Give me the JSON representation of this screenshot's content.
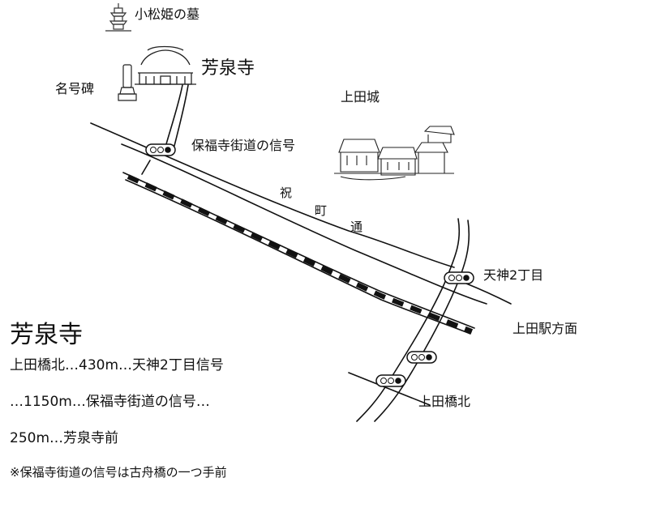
{
  "labels": {
    "komatsuhime": "小松姫の墓",
    "hosenji_map": "芳泉寺",
    "meigohi": "名号碑",
    "uedajo": "上田城",
    "hofukuji_signal": "保福寺街道の信号",
    "iwai": "祝",
    "machi": "町",
    "dori": "通",
    "tenjin": "天神2丁目",
    "ueda_station": "上田駅方面",
    "uedabashi_kita": "上田橋北"
  },
  "info": {
    "title": "芳泉寺",
    "line1": "上田橋北…430m…天神2丁目信号",
    "line2": "…1150m…保福寺街道の信号…",
    "line3": "250m…芳泉寺前",
    "note": "※保福寺街道の信号は古舟橋の一つ手前"
  },
  "icons": [
    "pagoda-icon",
    "temple-icon",
    "monument-icon",
    "castle-icon",
    "traffic-signal-icon"
  ],
  "colors": {
    "ink": "#111111",
    "background": "#ffffff"
  }
}
